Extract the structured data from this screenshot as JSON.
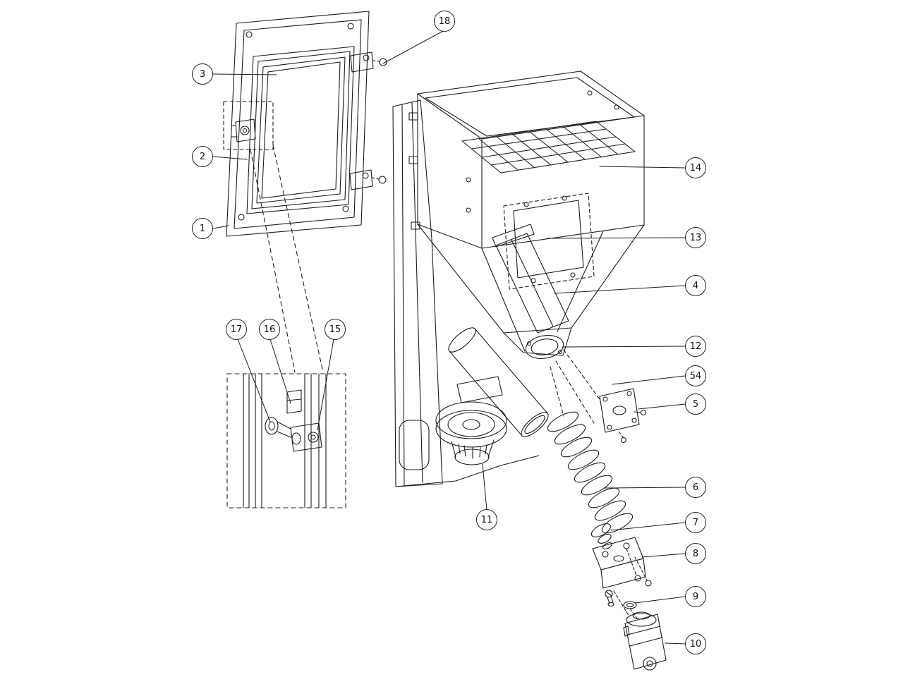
{
  "figure": {
    "type": "exploded-parts-diagram",
    "line_color": "#1c1c1c",
    "background": "#ffffff",
    "callout_shape": "circle"
  },
  "callouts": [
    {
      "label": "18"
    },
    {
      "label": "3"
    },
    {
      "label": "2"
    },
    {
      "label": "1"
    },
    {
      "label": "17"
    },
    {
      "label": "16"
    },
    {
      "label": "15"
    },
    {
      "label": "14"
    },
    {
      "label": "13"
    },
    {
      "label": "4"
    },
    {
      "label": "12"
    },
    {
      "label": "54"
    },
    {
      "label": "5"
    },
    {
      "label": "6"
    },
    {
      "label": "7"
    },
    {
      "label": "8"
    },
    {
      "label": "9"
    },
    {
      "label": "10"
    },
    {
      "label": "11"
    }
  ]
}
